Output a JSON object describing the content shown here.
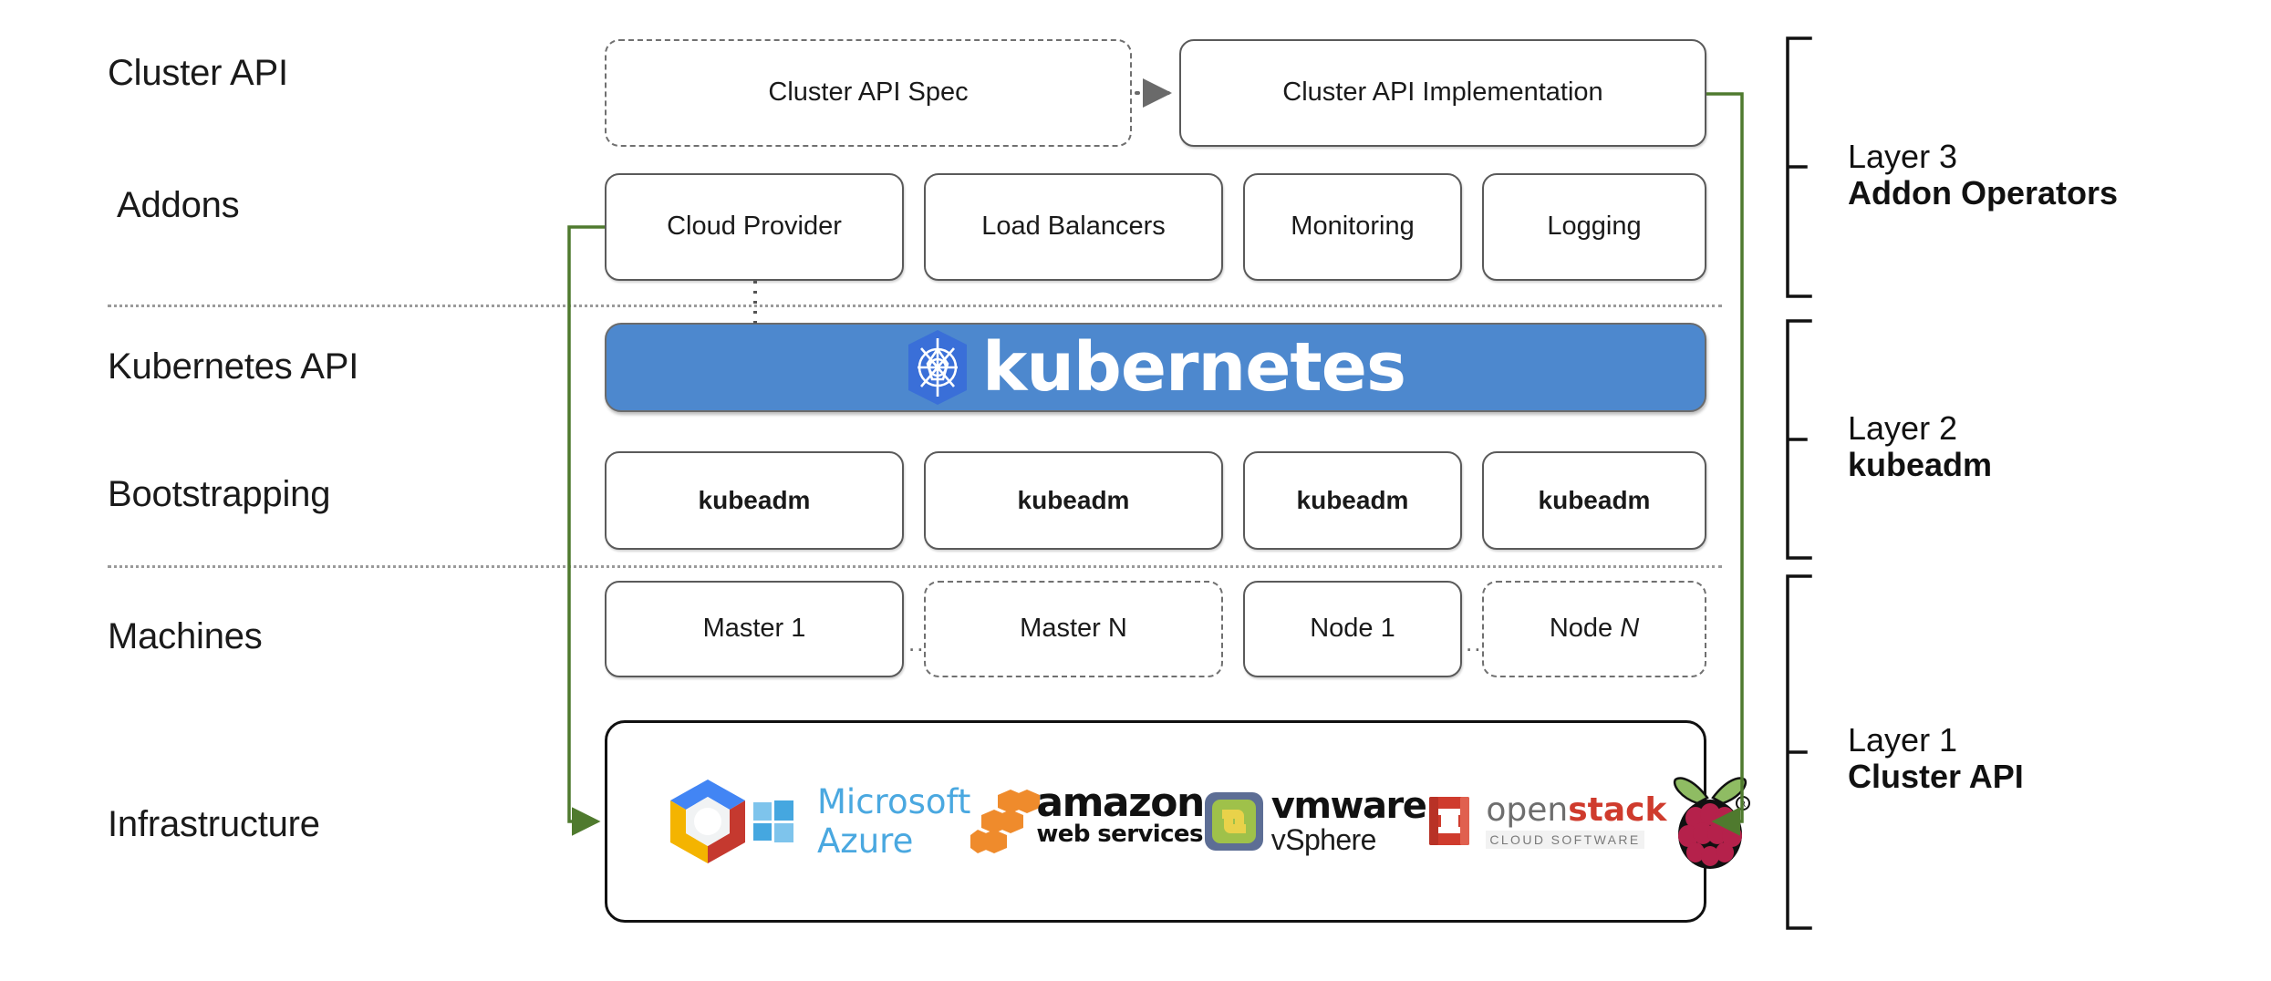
{
  "diagram": {
    "title": "Kubernetes Cluster API layered architecture",
    "colors": {
      "kubernetes_blue": "#4d88ce",
      "kubernetes_logo_blue": "#3a6fd8",
      "connector_green": "#4f7a2e",
      "box_border": "#5a5a5a",
      "infra_border": "#111111",
      "separator": "#9a9a9a"
    }
  },
  "row_labels": [
    {
      "text": "Cluster API"
    },
    {
      "text": "Addons"
    },
    {
      "text": "Kubernetes API"
    },
    {
      "text": "Bootstrapping"
    },
    {
      "text": "Machines"
    },
    {
      "text": "Infrastructure"
    }
  ],
  "cluster_api_row": {
    "spec_box": {
      "label": "Cluster API Spec",
      "style": "dashed"
    },
    "implementation_box": {
      "label": "Cluster API Implementation",
      "style": "solid"
    },
    "connector": "dotted-arrow-right"
  },
  "addons_row": {
    "boxes": [
      {
        "label": "Cloud Provider"
      },
      {
        "label": "Load Balancers"
      },
      {
        "label": "Monitoring"
      },
      {
        "label": "Logging"
      }
    ]
  },
  "kubernetes_row": {
    "wordmark": "kubernetes",
    "logo_name": "kubernetes-helm-icon"
  },
  "bootstrapping_row": {
    "boxes": [
      {
        "label": "kubeadm"
      },
      {
        "label": "kubeadm"
      },
      {
        "label": "kubeadm"
      },
      {
        "label": "kubeadm"
      }
    ]
  },
  "machines_row": {
    "boxes": [
      {
        "label": "Master 1",
        "style": "solid",
        "italic_tail": ""
      },
      {
        "label": "Master N",
        "style": "dashed",
        "italic_tail": ""
      },
      {
        "label": "Node 1",
        "style": "solid",
        "italic_tail": ""
      },
      {
        "label": "Node ",
        "style": "dashed",
        "italic_tail": "N"
      }
    ],
    "ellipsis": "..."
  },
  "infrastructure_row": {
    "logos": [
      {
        "name": "google-cloud-platform-icon",
        "label": "Google Cloud Platform"
      },
      {
        "name": "microsoft-azure-icon",
        "label": "Microsoft Azure"
      },
      {
        "name": "amazon-web-services-icon",
        "label": "amazon web services"
      },
      {
        "name": "vmware-vsphere-icon",
        "label": "vmware vSphere"
      },
      {
        "name": "openstack-icon",
        "label": "openstack CLOUD SOFTWARE"
      },
      {
        "name": "raspberry-pi-icon",
        "label": "Raspberry Pi"
      }
    ],
    "azure_text": "Microsoft Azure",
    "amazon_text_top": "amazon",
    "amazon_text_bottom": "web services",
    "vmware_text_top": "vmware",
    "vmware_text_bottom": "vSphere",
    "openstack_text_a": "open",
    "openstack_text_b": "stack",
    "openstack_text_c": "CLOUD SOFTWARE"
  },
  "layers": [
    {
      "number": "Layer 3",
      "name": "Addon Operators"
    },
    {
      "number": "Layer 2",
      "name": "kubeadm"
    },
    {
      "number": "Layer 1",
      "name": "Cluster API"
    }
  ]
}
